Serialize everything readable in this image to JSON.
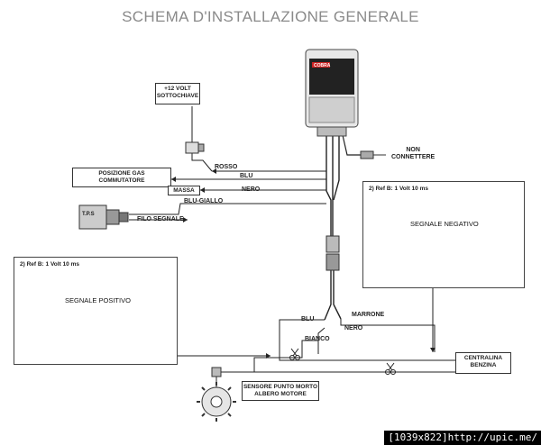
{
  "title": "SCHEMA D'INSTALLAZIONE GENERALE",
  "module": {
    "brand": "COBRA"
  },
  "labels": {
    "plus12": "+12 VOLT",
    "sottochiave": "SOTTOCHIAVE",
    "non": "NON",
    "connettere": "CONNETTERE",
    "rosso": "ROSSO",
    "blu_top": "BLU",
    "posizione_gas": "POSIZIONE GAS",
    "commutatore": "COMMUTATORE",
    "massa": "MASSA",
    "nero_top": "NERO",
    "blu_giallo": "BLU-GIALLO",
    "tps": "T.P.S",
    "filo_segnale": "FILO SEGNALE",
    "blu_bottom": "BLU",
    "marrone": "MARRONE",
    "nero_bottom": "NERO",
    "bianco": "BIANCO",
    "centralina": "CENTRALINA",
    "benzina": "BENZINA",
    "sensore1": "SENSORE PUNTO MORTO",
    "sensore2": "ALBERO MOTORE"
  },
  "scope_right": {
    "ref": "2) Ref B:  1 Volt 10 ms",
    "signal": "SEGNALE NEGATIVO"
  },
  "scope_left": {
    "ref": "2) Ref B:  1 Volt 10 ms",
    "signal": "SEGNALE POSITIVO"
  },
  "footer": "[1039x822]http://upic.me/"
}
